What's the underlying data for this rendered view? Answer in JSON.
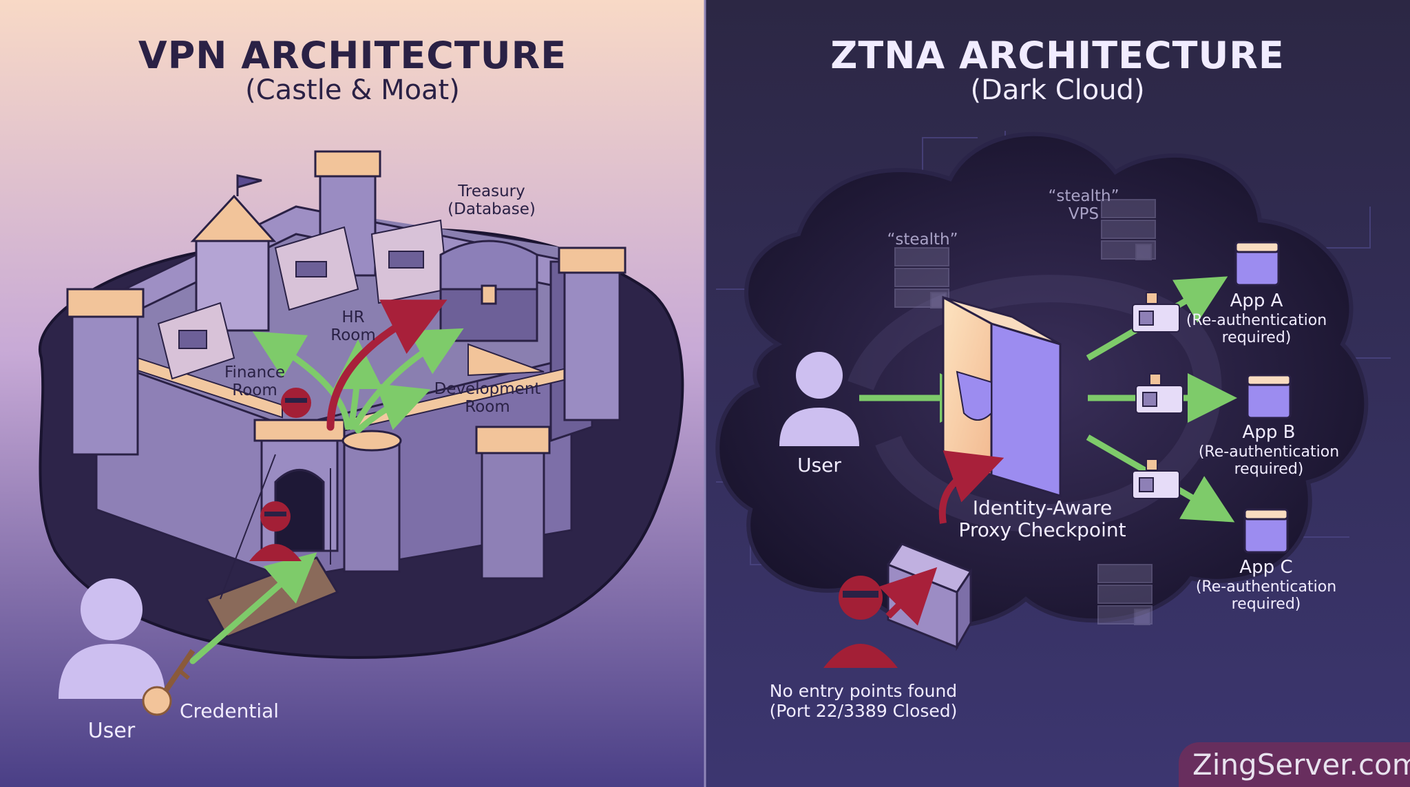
{
  "vpn": {
    "title": "VPN ARCHITECTURE",
    "subtitle": "(Castle & Moat)",
    "treasury": [
      "Treasury",
      "(Database)"
    ],
    "hr": [
      "HR",
      "Room"
    ],
    "finance": [
      "Finance",
      "Room"
    ],
    "development": [
      "Development",
      "Room"
    ],
    "user": "User",
    "credential": "Credential"
  },
  "ztna": {
    "title": "ZTNA ARCHITECTURE",
    "subtitle": "(Dark Cloud)",
    "stealth_a": "“stealth”",
    "stealth_b": [
      "“stealth”",
      "VPS"
    ],
    "user": "User",
    "proxy": [
      "Identity-Aware",
      "Proxy Checkpoint"
    ],
    "app_a": [
      "App A",
      "(Re-authentication",
      "required)"
    ],
    "app_b": [
      "App B",
      "(Re-authentication",
      "required)"
    ],
    "app_c": [
      "App C",
      "(Re-authentication",
      "required)"
    ],
    "no_entry": [
      "No entry points found",
      "(Port 22/3389 Closed)"
    ]
  },
  "watermark": "ZingServer.com",
  "colors": {
    "access_arrow": "#7ecb6a",
    "attacker_arrow": "#a8203a",
    "attacker": "#a31f36",
    "user": "#cdbff0"
  }
}
